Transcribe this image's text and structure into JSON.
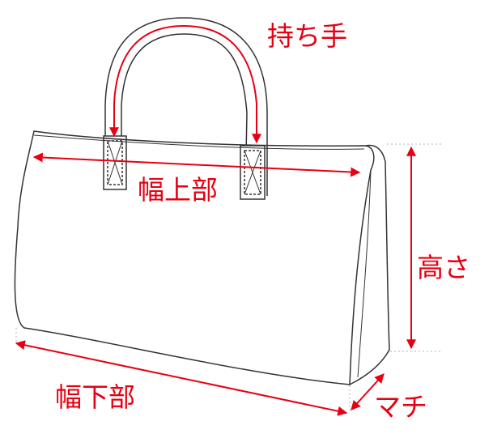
{
  "colors": {
    "outline": "#333333",
    "accent": "#e60012",
    "guide": "#b3b3b3",
    "background": "#ffffff"
  },
  "labels": {
    "handle": "持ち手",
    "top_width": "幅上部",
    "height": "高さ",
    "bottom_width": "幅下部",
    "gusset": "マチ"
  }
}
